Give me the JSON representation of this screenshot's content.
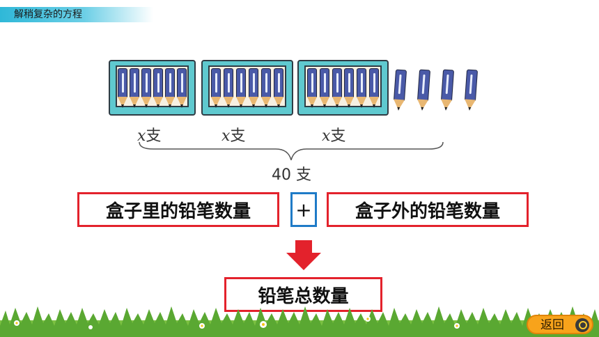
{
  "header": {
    "title": "解稍复杂的方程"
  },
  "figure": {
    "box_labels": [
      {
        "var": "x",
        "unit": "支"
      },
      {
        "var": "x",
        "unit": "支"
      },
      {
        "var": "x",
        "unit": "支"
      }
    ],
    "pencils_per_box": 6,
    "box_count": 3,
    "loose_pencils": 4,
    "total_label": "40 支"
  },
  "equation": {
    "left": "盒子里的铅笔数量",
    "operator": "+",
    "right": "盒子外的铅笔数量",
    "result": "铅笔总数量"
  },
  "nav": {
    "back_label": "返回",
    "back_icon": "q-icon"
  },
  "colors": {
    "accent_red": "#e3222c",
    "accent_blue": "#1f7bc7",
    "header": "#2fb8d8",
    "button": "#f8a31b"
  }
}
